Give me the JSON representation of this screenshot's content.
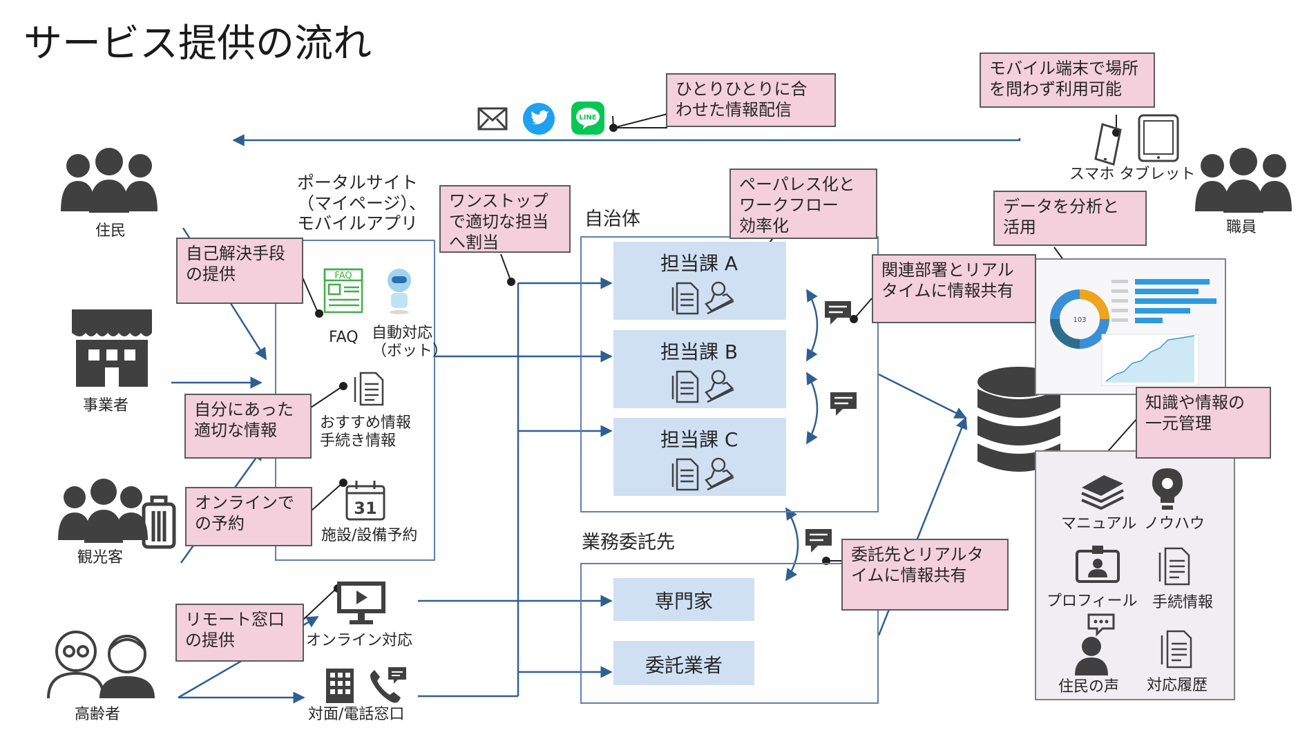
{
  "title": "サービス提供の流れ",
  "actors": {
    "resident": "住民",
    "business": "事業者",
    "tourist": "観光客",
    "elderly": "高齢者",
    "staff": "職員"
  },
  "portal": {
    "label": "ポータルサイト\n（マイページ）、\nモバイルアプリ",
    "faq_label": "FAQ",
    "faq_icon_text": "FAQ",
    "bot_label": "自動対応\n（ボット）",
    "recommend_label": "おすすめ情報\n手続き情報",
    "booking_label": "施設/設備予約",
    "calendar_day": "31"
  },
  "channels": {
    "online": "オンライン対応",
    "counter": "対面/電話窓口"
  },
  "municipality": {
    "label": "自治体",
    "depts": [
      "担当課 A",
      "担当課 B",
      "担当課 C"
    ]
  },
  "outsourcing": {
    "label": "業務委託先",
    "entities": [
      "専門家",
      "委託業者"
    ]
  },
  "devices": {
    "label": "スマホ タブレット"
  },
  "analytics": {
    "donut_value": "103"
  },
  "knowledge": {
    "items": [
      "マニュアル",
      "ノウハウ",
      "プロフィール",
      "手続情報",
      "住民の声",
      "対応履歴"
    ]
  },
  "callouts": {
    "personal_delivery": "ひとりひとりに合\nわせた情報配信",
    "mobile_anywhere": "モバイル端末で場所\nを問わず利用可能",
    "self_solve": "自己解決手段\nの提供",
    "one_stop": "ワンストップ\nで適切な担当\nへ割当",
    "paperless": "ペーパレス化と\nワークフロー\n効率化",
    "data_analysis": "データを分析と\n活用",
    "realtime_share": "関連部署とリアル\nタイムに情報共有",
    "suitable_info": "自分にあった\n適切な情報",
    "online_booking": "オンラインで\nの予約",
    "knowledge_mgmt": "知識や情報の\n一元管理",
    "contractor_share": "委託先とリアルタ\nイムに情報共有",
    "remote_window": "リモート窓口\nの提供"
  },
  "colors": {
    "arrow": "#2f5e93",
    "callout_fill": "#f3d0dc",
    "dept_fill": "#cfe0f3",
    "icon_dark": "#404040",
    "line_green": "#06c755",
    "twitter_blue": "#1da1f2"
  }
}
